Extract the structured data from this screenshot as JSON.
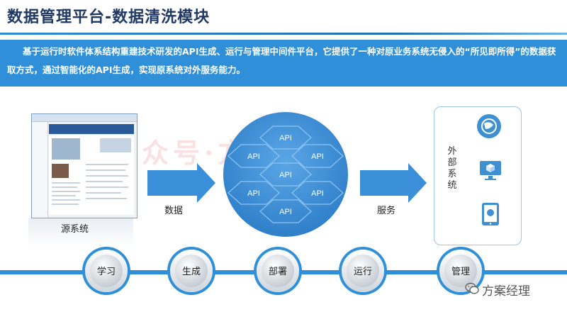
{
  "page": {
    "title": "数据管理平台-数据清洗模块",
    "description": "基于运行时软件体系结构重建技术研发的API生成、运行与管理中间件平台，它提供了一种对原业务系统无侵入的“所见即所得”的数据获取方式，通过智能化的API生成，实现原系统对外服务能力。"
  },
  "diagram": {
    "source_label": "源系统",
    "data_arrow_label": "数据",
    "service_arrow_label": "服务",
    "hex_labels": [
      "API",
      "API",
      "API",
      "API",
      "API",
      "API",
      "API"
    ],
    "external_label": "外部系统",
    "external_icons": [
      "globe-icon",
      "monitor-icon",
      "tablet-icon"
    ]
  },
  "steps": [
    "学习",
    "生成",
    "部署",
    "运行",
    "管理"
  ],
  "watermarks": {
    "shadow_text": "众号·方案经理",
    "brand_text": "方案经理"
  },
  "colors": {
    "title": "#1f3864",
    "banner": "#2f8fd8",
    "circle": "#3f8fd3",
    "arrow": "#3a8fd8"
  }
}
